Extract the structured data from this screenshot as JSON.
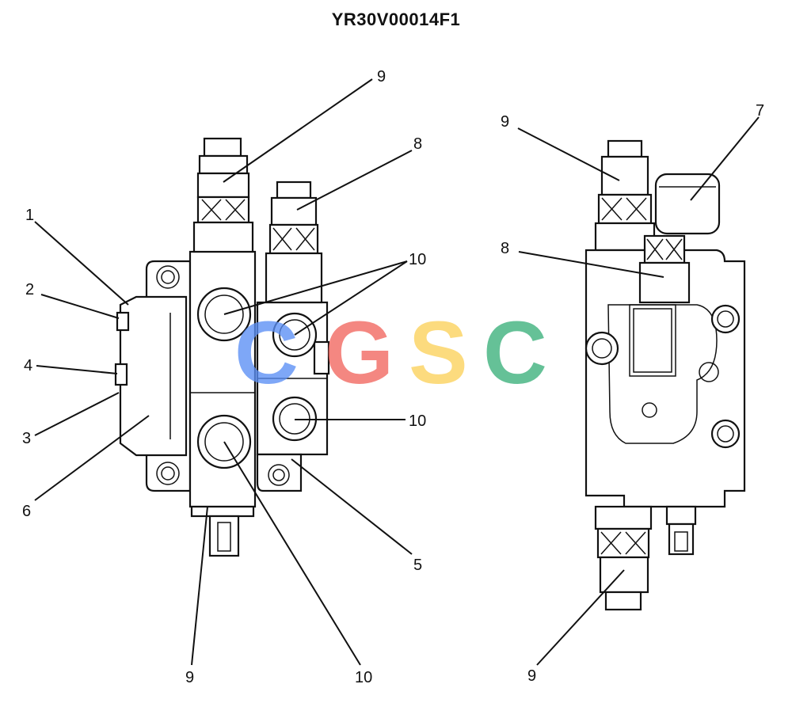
{
  "title": "YR30V00014F1",
  "callouts": {
    "c1": "1",
    "c2": "2",
    "c3": "3",
    "c4": "4",
    "c5": "5",
    "c6": "6",
    "c7": "7",
    "c8_left": "8",
    "c8_right": "8",
    "c9_top_left": "9",
    "c9_top_right": "9",
    "c9_bottom_left": "9",
    "c9_bottom_right": "9",
    "c10_top": "10",
    "c10_mid": "10",
    "c10_bottom": "10"
  },
  "watermark": {
    "letters": [
      "C",
      "G",
      "S",
      "C"
    ],
    "colors": [
      "#5b8ff5",
      "#f2665e",
      "#fcd25a",
      "#3ab07b"
    ]
  }
}
